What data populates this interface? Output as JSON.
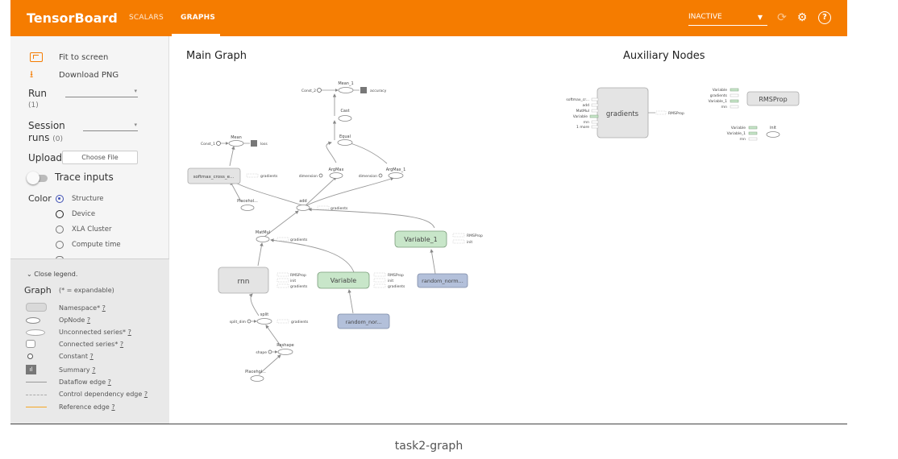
{
  "header": {
    "brand": "TensorBoard",
    "tabs": [
      "SCALARS",
      "GRAPHS"
    ],
    "active_tab": "GRAPHS",
    "run_selector": "INACTIVE",
    "accent": "#f57c00"
  },
  "sidebar": {
    "fit_label": "Fit to screen",
    "download_label": "Download PNG",
    "run_label": "Run",
    "run_count": "(1)",
    "session_label": "Session",
    "session_label_2": "runs",
    "session_count": "(0)",
    "upload_label": "Upload",
    "choose_file": "Choose File",
    "trace_label": "Trace inputs",
    "color_label": "Color",
    "color_options": [
      "Structure",
      "Device",
      "XLA Cluster",
      "Compute time"
    ],
    "selected_color": "Structure"
  },
  "legend": {
    "close_label": "Close legend.",
    "graph_label": "Graph",
    "expandable_note": "(* = expandable)",
    "items": [
      "Namespace*",
      "OpNode",
      "Unconnected series*",
      "Connected series*",
      "Constant",
      "Summary",
      "Dataflow edge",
      "Control dependency edge",
      "Reference edge"
    ],
    "help_mark": "?"
  },
  "main_graph": {
    "title": "Main Graph",
    "nodes": {
      "mean_1": "Mean_1",
      "const_2": "Const_2",
      "accuracy": "accuracy",
      "cast": "Cast",
      "equal": "Equal",
      "mean": "Mean",
      "const_1": "Const_1",
      "loss": "loss",
      "softmax": "softmax_cross_e...",
      "gradients": "gradients",
      "argmax": "ArgMax",
      "argmax_1": "ArgMax_1",
      "dimension": "dimension",
      "placehol": "Placehol...",
      "add": "add",
      "matmul": "MatMul",
      "variable_1": "Variable_1",
      "rmsprop": "RMSProp",
      "init": "init",
      "rnn": "rnn",
      "variable": "Variable",
      "random_norm": "random_norm...",
      "random_nor": "random_nor...",
      "split": "split",
      "split_dim": "split_dim",
      "reshape": "Reshape",
      "shape": "shape",
      "placehol_2": "Placehol..."
    }
  },
  "aux_graph": {
    "title": "Auxiliary Nodes",
    "gradients": "gradients",
    "grad_inputs": [
      "softmax_cr...",
      "add",
      "MatMul",
      "Variable",
      "rnn",
      "1 more"
    ],
    "rmsprop_out": "RMSProp",
    "rmsprop": "RMSProp",
    "rms_inputs": [
      "Variable",
      "gradients",
      "Variable_1",
      "rnn"
    ],
    "init": "init",
    "init_inputs": [
      "Variable",
      "Variable_1",
      "rnn"
    ]
  },
  "caption": "task2-graph"
}
